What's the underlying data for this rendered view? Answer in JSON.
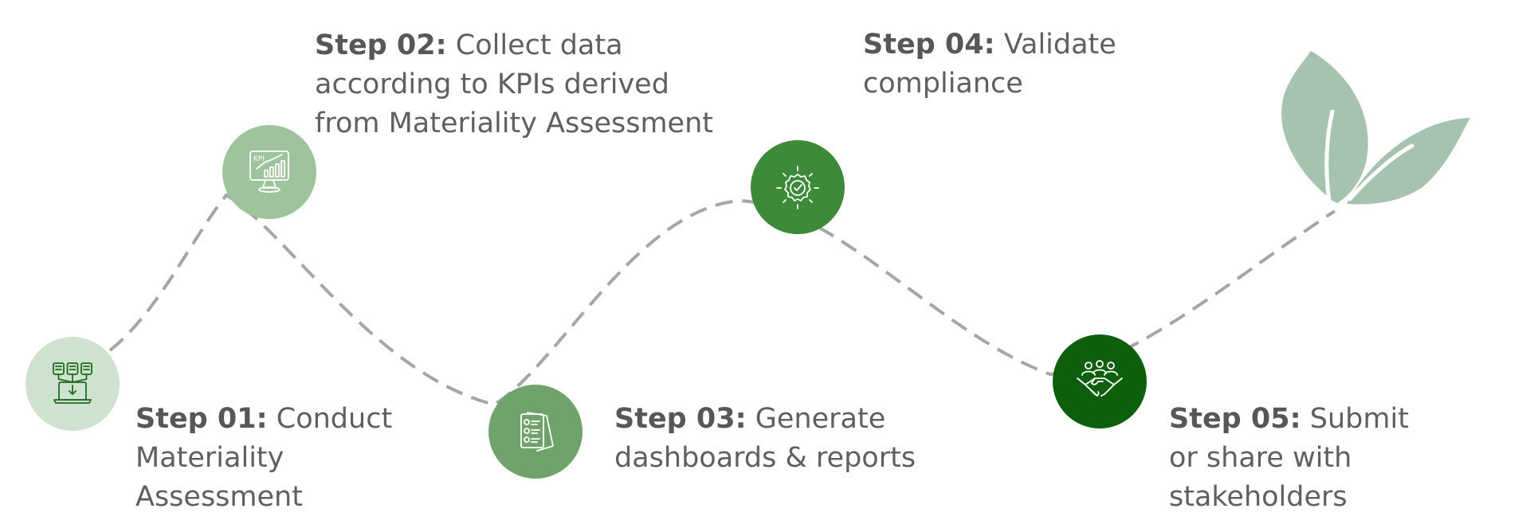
{
  "steps": [
    {
      "label": "Step 01:",
      "desc": "Conduct Materiality Assessment",
      "icon": "laptop-network-icon",
      "color": "#cfe1cf",
      "icon_color": "#1f6b1f"
    },
    {
      "label": "Step 02:",
      "desc": "Collect data according to KPIs derived from Materiality Assessment",
      "icon": "kpi-monitor-icon",
      "color": "#9fc39c",
      "icon_color": "#ffffff"
    },
    {
      "label": "Step 03:",
      "desc": "Generate dashboards & reports",
      "icon": "checklist-document-icon",
      "color": "#6fa36b",
      "icon_color": "#ffffff"
    },
    {
      "label": "Step 04:",
      "desc": "Validate compliance",
      "icon": "gear-check-icon",
      "color": "#3d8b3a",
      "icon_color": "#ffffff"
    },
    {
      "label": "Step 05:",
      "desc": "Submit or share with stakeholders",
      "icon": "handshake-icon",
      "color": "#0d5f0d",
      "icon_color": "#ffffff"
    }
  ],
  "path_color": "#a6a6a6",
  "leaf_color": "#a5c3ae"
}
